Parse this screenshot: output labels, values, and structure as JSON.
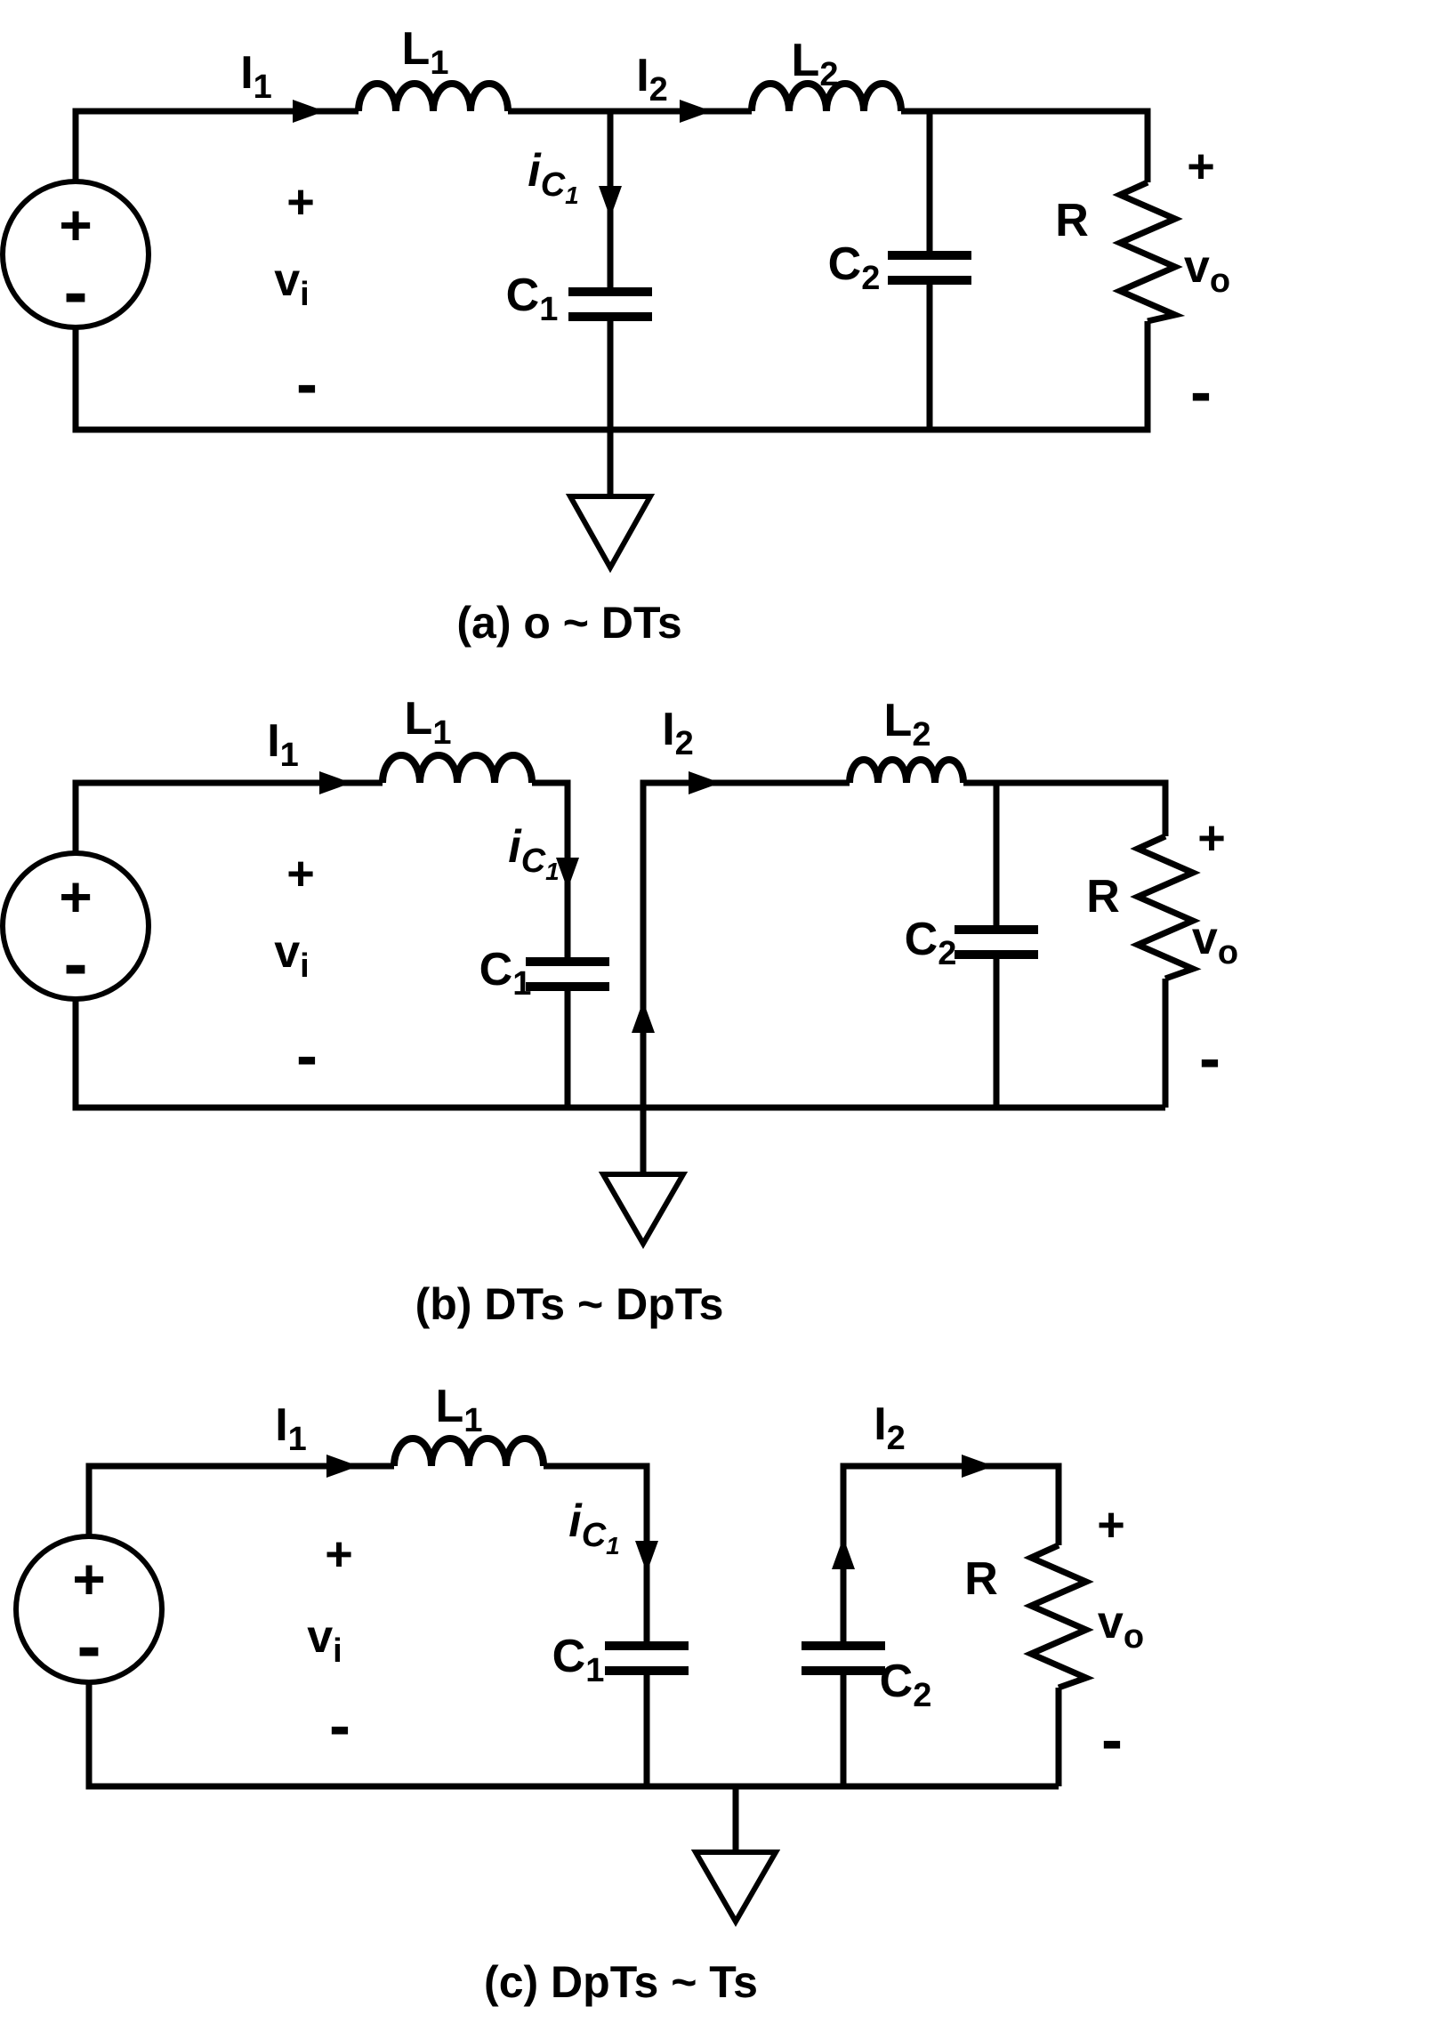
{
  "colors": {
    "ink": "#000000",
    "background": "#ffffff"
  },
  "labels": {
    "I1": {
      "base": "I",
      "sub": "1"
    },
    "L1": {
      "base": "L",
      "sub": "1"
    },
    "I2": {
      "base": "I",
      "sub": "2"
    },
    "L2": {
      "base": "L",
      "sub": "2"
    },
    "iC1": {
      "base": "i",
      "sub": "C",
      "subsub": "1"
    },
    "C1": {
      "base": "C",
      "sub": "1"
    },
    "C2": {
      "base": "C",
      "sub": "2"
    },
    "R": "R",
    "vi": {
      "base": "v",
      "sub": "i"
    },
    "vo": {
      "base": "v",
      "sub": "o"
    },
    "plus": "+",
    "minus": "-"
  },
  "circuits": [
    {
      "id": "a",
      "caption": "(a) o ~ DTs"
    },
    {
      "id": "b",
      "caption": "(b) DTs ~ DpTs"
    },
    {
      "id": "c",
      "caption": "(c) DpTs ~ Ts"
    }
  ]
}
